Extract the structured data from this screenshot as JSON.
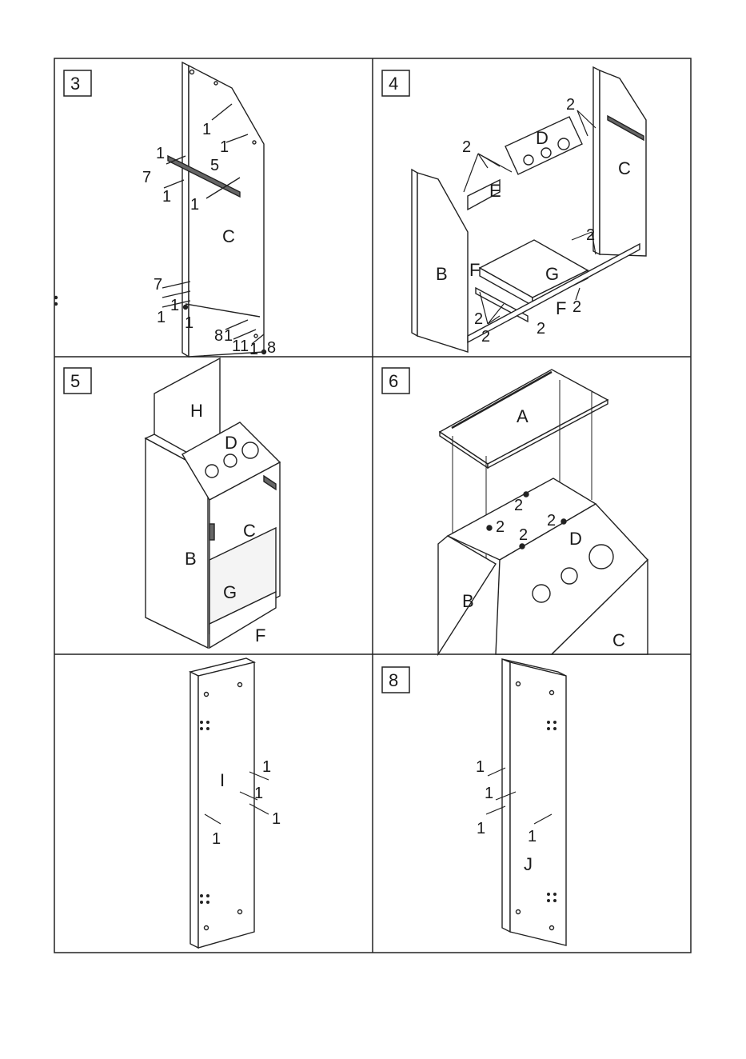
{
  "steps": [
    {
      "number": "3",
      "parts": {
        "panel": "C"
      },
      "fasteners": [
        "1",
        "1",
        "1",
        "1",
        "5",
        "7",
        "1",
        "7",
        "1",
        "1",
        "1",
        "8",
        "1",
        "1",
        "1",
        "1",
        "8"
      ]
    },
    {
      "number": "4",
      "parts": {
        "b": "B",
        "c": "C",
        "d": "D",
        "e": "E",
        "f1": "F",
        "f2": "F",
        "g": "G"
      },
      "fasteners": [
        "2",
        "2",
        "2",
        "2",
        "2",
        "2",
        "2"
      ]
    },
    {
      "number": "5",
      "parts": {
        "h": "H",
        "d": "D",
        "c": "C",
        "b": "B",
        "g": "G",
        "f": "F"
      }
    },
    {
      "number": "6",
      "parts": {
        "a": "A",
        "d": "D",
        "b": "B",
        "c": "C"
      },
      "fasteners": [
        "2",
        "2",
        "2",
        "2"
      ]
    },
    {
      "number": "",
      "parts": {
        "panel": "I"
      },
      "fasteners": [
        "1",
        "1",
        "1",
        "1"
      ]
    },
    {
      "number": "8",
      "parts": {
        "panel": "J"
      },
      "fasteners": [
        "1",
        "1",
        "1",
        "1"
      ]
    }
  ]
}
